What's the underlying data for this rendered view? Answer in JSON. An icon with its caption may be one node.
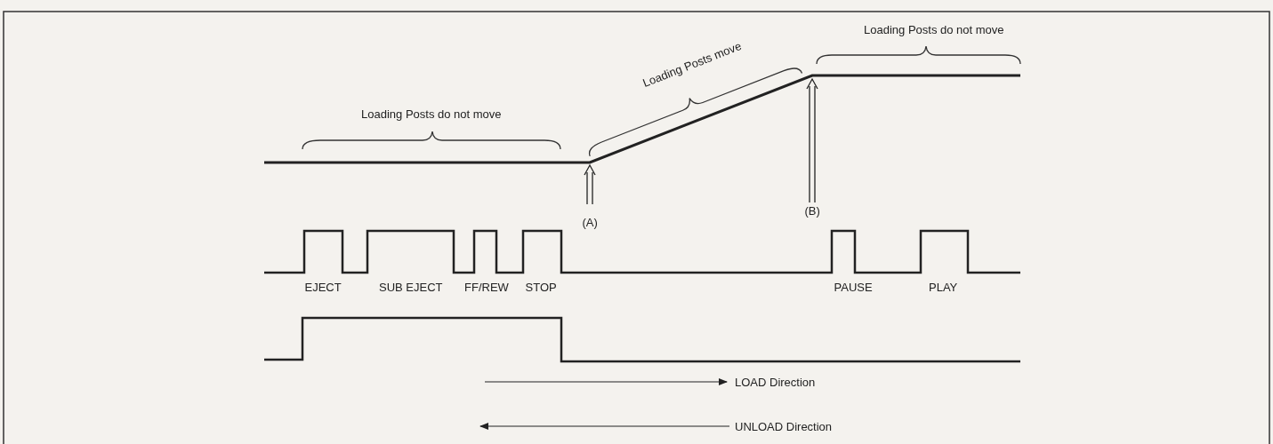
{
  "diagram": {
    "labels": [
      "Loading Posts do not move",
      "Loading Posts move",
      "Loading Posts do not move",
      "(B)",
      "(A)",
      "EJECT",
      "SUB EJECT",
      "FF/REW",
      "STOP",
      "PAUSE",
      "PLAY",
      "LOAD Direction",
      "UNLOAD Direction"
    ]
  }
}
